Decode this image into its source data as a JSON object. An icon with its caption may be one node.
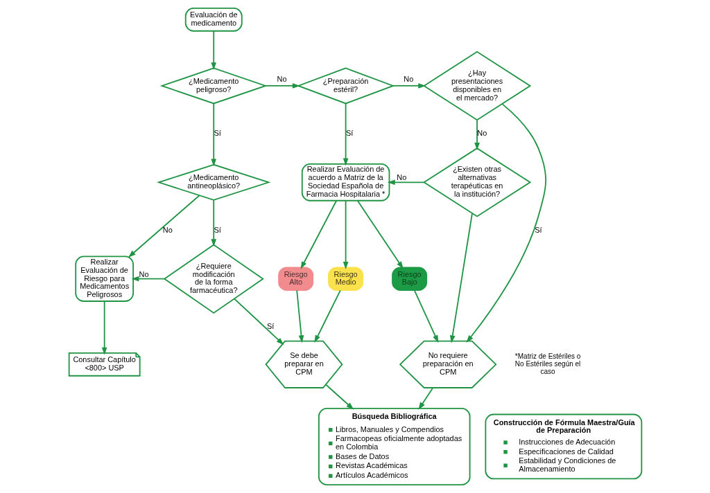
{
  "diagram": {
    "nodes": [
      {
        "text": [
          "Evaluación de medicamento"
        ]
      },
      {
        "text": [
          "¿Medicamento peligroso?"
        ]
      },
      {
        "text": [
          "¿Medicamento antineoplásico?"
        ]
      },
      {
        "text": [
          "¿Preparación estéril?"
        ]
      },
      {
        "text": [
          "¿Hay presentaciones disponibles en el mercado?"
        ]
      },
      {
        "text": [
          "Realizar Evaluación de Riesgo para Medicamentos Peligrosos"
        ]
      },
      {
        "text": [
          "¿Requiere modificación de la forma farmacéutica?"
        ]
      },
      {
        "text": [
          "Realizar Evaluación de acuerdo a Matriz de la Sociedad Española de Farmacia Hospitalaria *"
        ]
      },
      {
        "text": [
          "¿Existen otras alternativas terapéuticas en la institución?"
        ]
      },
      {
        "text": [
          "Consultar Capítulo <800> USP"
        ]
      },
      {
        "text": [
          "Riesgo Alto"
        ]
      },
      {
        "text": [
          "Riesgo Medio"
        ]
      },
      {
        "text": [
          "Riesgo Bajo"
        ]
      },
      {
        "text": [
          "Se debe preparar en CPM"
        ]
      },
      {
        "text": [
          "No requiere preparación en CPM"
        ]
      },
      {
        "text": [
          "Búsqueda Bibliográfica",
          "Libros, Manuales y Compendios",
          "Farmacopeas oficialmente adoptadas en Colombia",
          "Bases de Datos",
          "Revistas Académicas",
          "Artículos Académicos"
        ]
      },
      {
        "text": [
          "Construcción de Fórmula Maestra/Guía de Preparación",
          "Instrucciones de Adecuación",
          "Especificaciones de Calidad",
          "Estabilidad y Condiciones de Almacenamiento"
        ]
      }
    ],
    "edges": [
      {
        "from": 0,
        "to": 1,
        "arrow": "to"
      },
      {
        "from": 1,
        "to": 2,
        "arrow": "to",
        "label": "Sí"
      },
      {
        "from": 1,
        "to": 3,
        "arrow": "to",
        "label": "No"
      },
      {
        "from": 2,
        "to": 5,
        "arrow": "to",
        "label": "No"
      },
      {
        "from": 2,
        "to": 6,
        "arrow": "to",
        "label": "Sí"
      },
      {
        "from": 6,
        "to": 5,
        "arrow": "to",
        "label": "No"
      },
      {
        "from": 5,
        "to": 9,
        "arrow": "to"
      },
      {
        "from": 6,
        "to": 13,
        "arrow": "to",
        "label": "Sí"
      },
      {
        "from": 3,
        "to": 7,
        "arrow": "to",
        "label": "Sí"
      },
      {
        "from": 3,
        "to": 4,
        "arrow": "to",
        "label": "No"
      },
      {
        "from": 4,
        "to": 8,
        "arrow": "to",
        "label": "No"
      },
      {
        "from": 8,
        "to": 7,
        "arrow": "to",
        "label": "No"
      },
      {
        "from": 8,
        "to": 14,
        "arrow": "to"
      },
      {
        "from": 4,
        "to": 14,
        "arrow": "to",
        "label": "Sí"
      },
      {
        "from": 7,
        "to": 10,
        "arrow": "to"
      },
      {
        "from": 7,
        "to": 11,
        "arrow": "to"
      },
      {
        "from": 7,
        "to": 12,
        "arrow": "to"
      },
      {
        "from": 10,
        "to": 13,
        "arrow": "to"
      },
      {
        "from": 11,
        "to": 13,
        "arrow": "to"
      },
      {
        "from": 12,
        "to": 14,
        "arrow": "to"
      },
      {
        "from": 13,
        "to": 15,
        "arrow": "to"
      },
      {
        "from": 14,
        "to": 15,
        "arrow": "to"
      }
    ],
    "labels": [
      "*Matriz de Estériles o No Estériles según el caso"
    ]
  }
}
